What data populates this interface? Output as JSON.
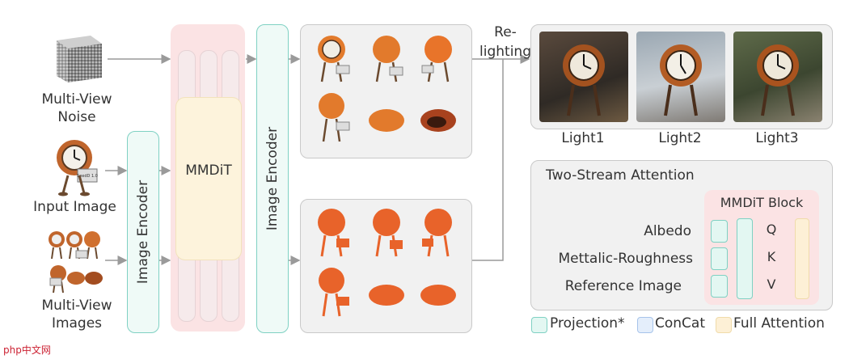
{
  "inputs": {
    "noise_label_1": "Multi-View",
    "noise_label_2": "Noise",
    "input_image_label": "Input Image",
    "mv_images_label_1": "Multi-View",
    "mv_images_label_2": "Images",
    "robot_sign": "SeedD 1.0"
  },
  "encoders": {
    "left_label": "Image Encoder",
    "right_label": "Image Encoder"
  },
  "mmdit": {
    "label": "MMDiT"
  },
  "relighting": {
    "line1": "Re-",
    "line2": "lighting"
  },
  "lights": [
    "Light1",
    "Light2",
    "Light3"
  ],
  "two_stream": {
    "title": "Two-Stream Attention",
    "block_title": "MMDiT Block",
    "rows": [
      "Albedo",
      "Mettalic-Roughness",
      "Reference Image"
    ],
    "qkv": [
      "Q",
      "K",
      "V"
    ]
  },
  "legend": {
    "projection": "Projection*",
    "concat": "ConCat",
    "full_attention": "Full Attention"
  },
  "watermark": "php中文网",
  "colors": {
    "encoder_border": "#7fd1c3",
    "mmdit_bg": "#fbe3e4",
    "yellow": "#fdf3dc",
    "concat": "#a7c4ea",
    "robot_orange": "#e8632a"
  }
}
